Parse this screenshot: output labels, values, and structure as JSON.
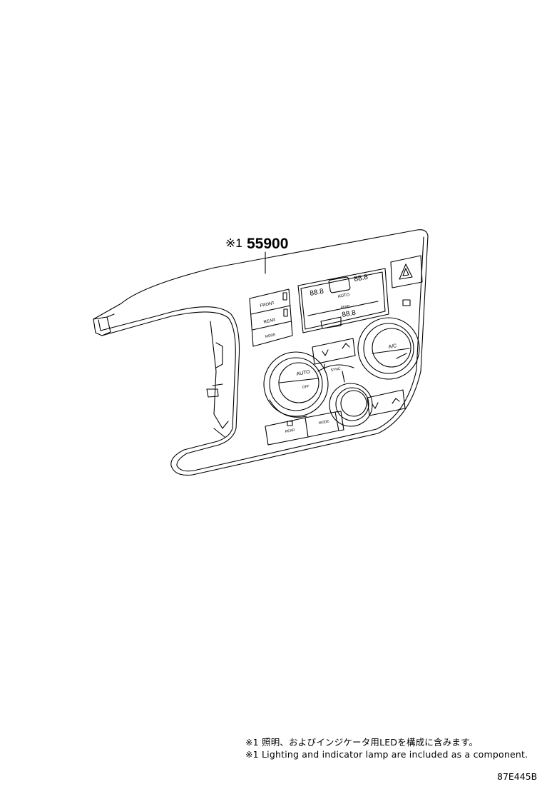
{
  "callout": {
    "mark": "※1",
    "part_number": "55900"
  },
  "panel_labels": {
    "front": "FRONT",
    "rear": "REAR",
    "mode": "MODE",
    "display_front": "88.8",
    "display_rear": "88.8",
    "display_right": "88.8",
    "display_auto": "AUTO",
    "display_rear_title": "REAR",
    "knob_left_auto": "AUTO",
    "knob_left_off": "OFF",
    "knob_right_ac": "A/C",
    "sync": "SYNC",
    "rear_button": "REAR",
    "mode_button": "MODE"
  },
  "notes": {
    "japanese": "※1 照明、およびインジケータ用LEDを構成に含みます。",
    "english": "※1 Lighting and indicator lamp are included as a component."
  },
  "illustration_id": "87E445B"
}
